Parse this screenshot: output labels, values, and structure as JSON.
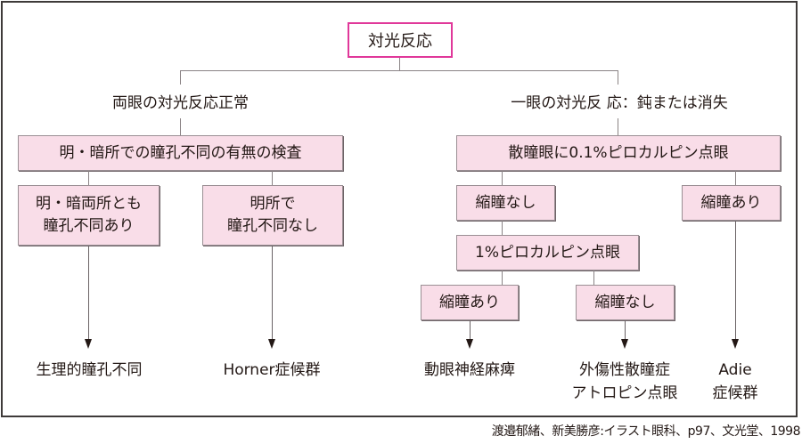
{
  "title": "対光反応",
  "branches": {
    "left": {
      "heading": "両眼の対光反応正常",
      "test": "明・暗所での瞳孔不同の有無の検査",
      "children": [
        {
          "condition": "明・暗両所とも\n瞳孔不同あり",
          "result": "生理的瞳孔不同"
        },
        {
          "condition": "明所で\n瞳孔不同なし",
          "result": "Horner症候群"
        }
      ]
    },
    "right": {
      "heading": "一眼の対光反 応：鈍または消失",
      "test": "散瞳眼に0.1%ピロカルピン点眼",
      "no_miosis": "縮瞳なし",
      "miosis": "縮瞳あり",
      "second_test": "1%ピロカルピン点眼",
      "second_children": [
        {
          "condition": "縮瞳あり",
          "result": "動眼神経麻痺"
        },
        {
          "condition": "縮瞳なし",
          "result": "外傷性散瞳症\nアトロピン点眼"
        }
      ],
      "miosis_result": "Adie\n症候群"
    }
  },
  "credit": "渡邉郁緒、新美勝彦:イラスト眼科、p97、文光堂、1998",
  "colors": {
    "root_border": "#e0389a",
    "box_fill": "#f9dde8",
    "text": "#231815"
  }
}
